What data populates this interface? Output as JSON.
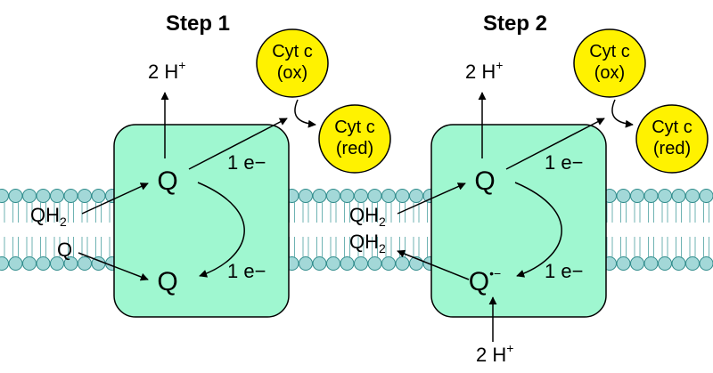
{
  "colors": {
    "complex_fill": "#9ff7d0",
    "complex_stroke": "#000000",
    "cytc_fill": "#fff200",
    "lipid_head_fill": "#a3d8d8",
    "lipid_head_stroke": "#2f8b8b",
    "lipid_tail": "#6fb3b3",
    "arrow": "#000000"
  },
  "step1": {
    "title": "Step 1",
    "proton_out": {
      "coef": "2 H",
      "charge": "+"
    },
    "q_top": "Q",
    "q_bottom": "Q",
    "electron_top": "1 e−",
    "electron_bottom": "1 e−",
    "qh2": {
      "base": "QH",
      "sub": "2"
    },
    "q_in": "Q",
    "cyt_ox": {
      "line1": "Cyt c",
      "line2": "(ox)"
    },
    "cyt_red": {
      "line1": "Cyt c",
      "line2": "(red)"
    }
  },
  "step2": {
    "title": "Step 2",
    "proton_out": {
      "coef": "2 H",
      "charge": "+"
    },
    "proton_in": {
      "coef": "2 H",
      "charge": "+"
    },
    "q_top": "Q",
    "q_bottom": "Q",
    "q_bottom_mark": "•−",
    "electron_top": "1 e−",
    "electron_bottom": "1 e−",
    "qh2_in": {
      "base": "QH",
      "sub": "2"
    },
    "qh2_out": {
      "base": "QH",
      "sub": "2"
    },
    "cyt_ox": {
      "line1": "Cyt c",
      "line2": "(ox)"
    },
    "cyt_red": {
      "line1": "Cyt c",
      "line2": "(red)"
    }
  }
}
